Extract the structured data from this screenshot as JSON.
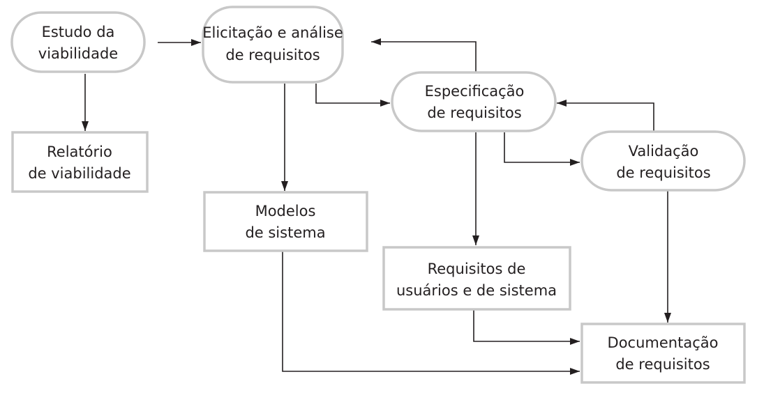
{
  "diagram": {
    "nodes": {
      "estudo": {
        "line1": "Estudo da",
        "line2": "viabilidade",
        "kind": "process"
      },
      "elicitacao": {
        "line1": "Elicitação e análise",
        "line2": "de requisitos",
        "kind": "process"
      },
      "especificacao": {
        "line1": "Especificação",
        "line2": "de requisitos",
        "kind": "process"
      },
      "validacao": {
        "line1": "Validação",
        "line2": "de requisitos",
        "kind": "process"
      },
      "relatorio": {
        "line1": "Relatório",
        "line2": "de viabilidade",
        "kind": "artifact"
      },
      "modelos": {
        "line1": "Modelos",
        "line2": "de sistema",
        "kind": "artifact"
      },
      "requisitos_usuarios": {
        "line1": "Requisitos de",
        "line2": "usuários e de sistema",
        "kind": "artifact"
      },
      "documentacao": {
        "line1": "Documentação",
        "line2": "de requisitos",
        "kind": "artifact"
      }
    },
    "edges": [
      {
        "from": "estudo",
        "to": "elicitacao"
      },
      {
        "from": "estudo",
        "to": "relatorio"
      },
      {
        "from": "elicitacao",
        "to": "especificacao"
      },
      {
        "from": "elicitacao",
        "to": "modelos"
      },
      {
        "from": "especificacao",
        "to": "elicitacao"
      },
      {
        "from": "especificacao",
        "to": "validacao"
      },
      {
        "from": "especificacao",
        "to": "requisitos_usuarios"
      },
      {
        "from": "validacao",
        "to": "especificacao"
      },
      {
        "from": "validacao",
        "to": "documentacao"
      },
      {
        "from": "requisitos_usuarios",
        "to": "documentacao"
      },
      {
        "from": "modelos",
        "to": "documentacao"
      }
    ],
    "colors": {
      "shape_stroke": "#c8c8c8",
      "line": "#231f20",
      "text": "#231f20"
    }
  }
}
